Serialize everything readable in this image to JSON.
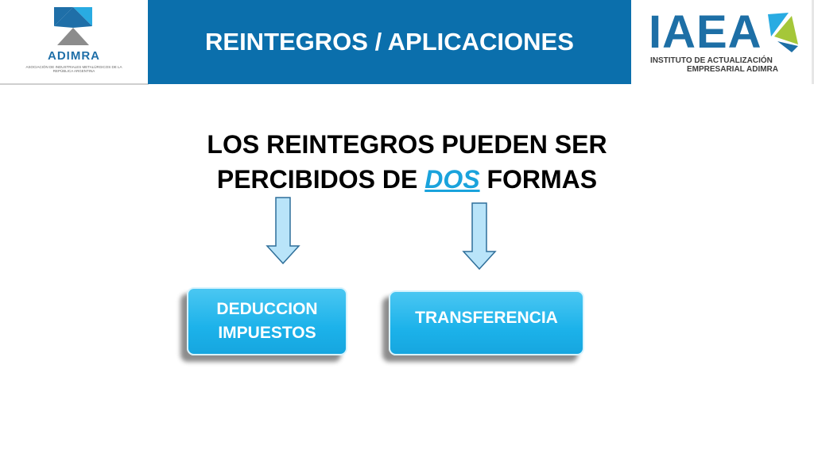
{
  "header": {
    "title": "REINTEGROS / APLICACIONES",
    "logo_left": {
      "name": "ADIMRA",
      "subtitle": "ASOCIACIÓN DE INDUSTRIALES METALÚRGICOS DE LA REPÚBLICA ARGENTINA",
      "icon": "adimra-logo-icon",
      "colors": {
        "blue": "#1f6fa8",
        "cyan": "#29abe2",
        "gray": "#8c8c8c"
      }
    },
    "logo_right": {
      "name": "IAEA",
      "subtitle_line1": "INSTITUTO DE ACTUALIZACIÓN",
      "subtitle_line2": "EMPRESARIAL ADIMRA",
      "icon": "iaea-logo-icon",
      "colors": {
        "blue": "#1d6fa6",
        "green": "#a5c739",
        "cyan": "#29abe2"
      }
    },
    "bar_color": "#0b6fac"
  },
  "headline": {
    "line1": "LOS REINTEGROS PUEDEN SER",
    "line2_prefix": "PERCIBIDOS DE ",
    "line2_emphasis": "DOS",
    "line2_suffix": " FORMAS",
    "emphasis_color": "#1aa3dc"
  },
  "options": [
    {
      "line1": "DEDUCCION",
      "line2": "IMPUESTOS",
      "icon": "arrow-down-icon"
    },
    {
      "line1": "TRANSFERENCIA",
      "icon": "arrow-down-icon"
    }
  ],
  "box_color": "#1cb2ea",
  "arrow_color": "#b9e4f9"
}
